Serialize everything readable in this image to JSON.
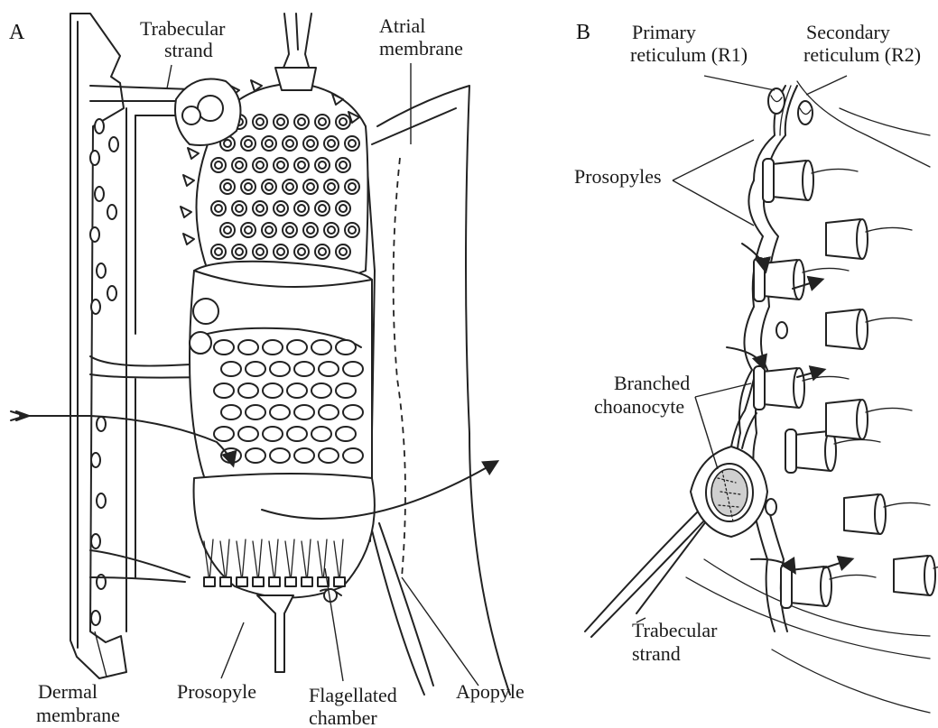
{
  "figure": {
    "panel_a": {
      "letter": "A",
      "labels": {
        "trabecular_strand": [
          "Trabecular",
          "strand"
        ],
        "atrial_membrane": [
          "Atrial",
          "membrane"
        ],
        "dermal_membrane": [
          "Dermal",
          "membrane"
        ],
        "prosopyle": [
          "Prosopyle"
        ],
        "flagellated_chamber": [
          "Flagellated",
          "chamber"
        ],
        "apopyle": [
          "Apopyle"
        ]
      }
    },
    "panel_b": {
      "letter": "B",
      "labels": {
        "primary_reticulum": [
          "Primary",
          "reticulum (R1)"
        ],
        "secondary_reticulum": [
          "Secondary",
          "reticulum (R2)"
        ],
        "prosopyles": [
          "Prosopyles"
        ],
        "branched_choanocyte": [
          "Branched",
          "choanocyte"
        ],
        "trabecular_strand": [
          "Trabecular",
          "strand"
        ]
      }
    }
  }
}
